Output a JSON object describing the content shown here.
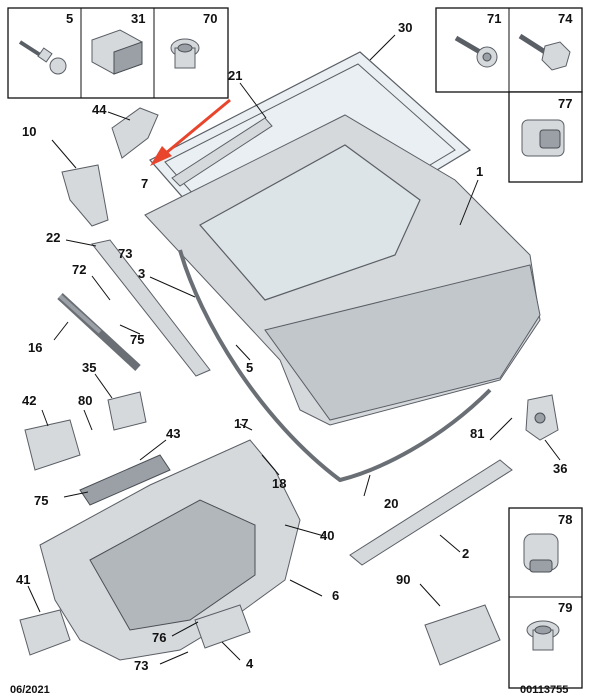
{
  "callouts": [
    "1",
    "2",
    "3",
    "4",
    "5",
    "5",
    "6",
    "7",
    "10",
    "16",
    "17",
    "18",
    "20",
    "21",
    "22",
    "30",
    "31",
    "35",
    "36",
    "40",
    "41",
    "42",
    "43",
    "44",
    "70",
    "71",
    "72",
    "73",
    "73",
    "74",
    "75",
    "75",
    "76",
    "77",
    "78",
    "79",
    "80",
    "81",
    "90"
  ],
  "footer": {
    "date": "06/2021",
    "ref": "00113755"
  },
  "colors": {
    "arrow": "#e8452c",
    "line": "#111111",
    "part_fill": "#d6d9dc"
  }
}
